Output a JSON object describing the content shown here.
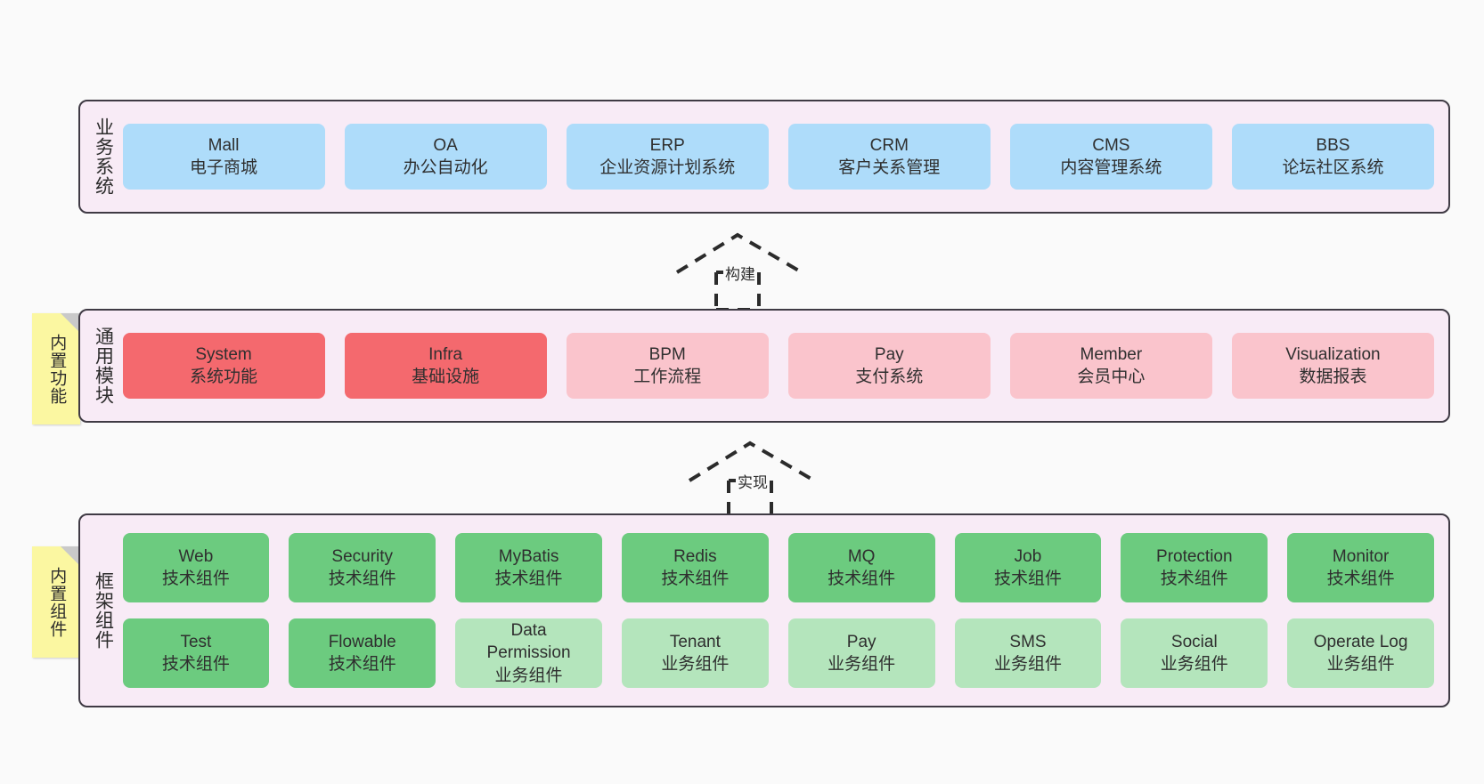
{
  "diagram": {
    "background_color": "#fafafa",
    "panel_bg": "#f8ebf6",
    "panel_border": "#3f3a44"
  },
  "layers": [
    {
      "id": "business-systems",
      "title": "业务系统",
      "sticky": null,
      "rows": [
        {
          "cards": [
            {
              "title": "Mall",
              "sub": "电子商城",
              "color": "#aedcfa"
            },
            {
              "title": "OA",
              "sub": "办公自动化",
              "color": "#aedcfa"
            },
            {
              "title": "ERP",
              "sub": "企业资源计划系统",
              "color": "#aedcfa"
            },
            {
              "title": "CRM",
              "sub": "客户关系管理",
              "color": "#aedcfa"
            },
            {
              "title": "CMS",
              "sub": "内容管理系统",
              "color": "#aedcfa"
            },
            {
              "title": "BBS",
              "sub": "论坛社区系统",
              "color": "#aedcfa"
            }
          ]
        }
      ]
    },
    {
      "id": "common-modules",
      "title": "通用模块",
      "sticky": {
        "text": "内置功能",
        "color": "#fbf7a1"
      },
      "rows": [
        {
          "cards": [
            {
              "title": "System",
              "sub": "系统功能",
              "color": "#f4696e"
            },
            {
              "title": "Infra",
              "sub": "基础设施",
              "color": "#f4696e"
            },
            {
              "title": "BPM",
              "sub": "工作流程",
              "color": "#fac4cc"
            },
            {
              "title": "Pay",
              "sub": "支付系统",
              "color": "#fac4cc"
            },
            {
              "title": "Member",
              "sub": "会员中心",
              "color": "#fac4cc"
            },
            {
              "title": "Visualization",
              "sub": "数据报表",
              "color": "#fac4cc"
            }
          ]
        }
      ]
    },
    {
      "id": "framework-components",
      "title": "框架组件",
      "sticky": {
        "text": "内置组件",
        "color": "#fbf7a1"
      },
      "rows": [
        {
          "cards": [
            {
              "title": "Web",
              "sub": "技术组件",
              "color": "#6ccb7f"
            },
            {
              "title": "Security",
              "sub": "技术组件",
              "color": "#6ccb7f"
            },
            {
              "title": "MyBatis",
              "sub": "技术组件",
              "color": "#6ccb7f"
            },
            {
              "title": "Redis",
              "sub": "技术组件",
              "color": "#6ccb7f"
            },
            {
              "title": "MQ",
              "sub": "技术组件",
              "color": "#6ccb7f"
            },
            {
              "title": "Job",
              "sub": "技术组件",
              "color": "#6ccb7f"
            },
            {
              "title": "Protection",
              "sub": "技术组件",
              "color": "#6ccb7f"
            },
            {
              "title": "Monitor",
              "sub": "技术组件",
              "color": "#6ccb7f"
            }
          ]
        },
        {
          "cards": [
            {
              "title": "Test",
              "sub": "技术组件",
              "color": "#6ccb7f"
            },
            {
              "title": "Flowable",
              "sub": "技术组件",
              "color": "#6ccb7f"
            },
            {
              "title": "Data Permission",
              "sub": "业务组件",
              "color": "#b4e5bc"
            },
            {
              "title": "Tenant",
              "sub": "业务组件",
              "color": "#b4e5bc"
            },
            {
              "title": "Pay",
              "sub": "业务组件",
              "color": "#b4e5bc"
            },
            {
              "title": "SMS",
              "sub": "业务组件",
              "color": "#b4e5bc"
            },
            {
              "title": "Social",
              "sub": "业务组件",
              "color": "#b4e5bc"
            },
            {
              "title": "Operate Log",
              "sub": "业务组件",
              "color": "#b4e5bc"
            }
          ]
        }
      ]
    }
  ],
  "connectors": [
    {
      "id": "build",
      "label": "构建",
      "style": "dashed-hollow-arrow-up"
    },
    {
      "id": "implement",
      "label": "实现",
      "style": "dashed-hollow-arrow-up"
    }
  ]
}
